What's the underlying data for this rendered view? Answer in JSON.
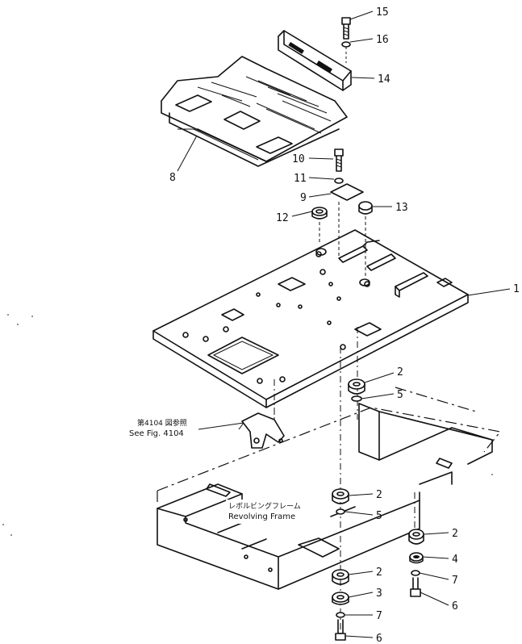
{
  "callouts": [
    {
      "id": "c1",
      "label": "1"
    },
    {
      "id": "c2a",
      "label": "2"
    },
    {
      "id": "c2b",
      "label": "2"
    },
    {
      "id": "c2c",
      "label": "2"
    },
    {
      "id": "c2d",
      "label": "2"
    },
    {
      "id": "c3",
      "label": "3"
    },
    {
      "id": "c4",
      "label": "4"
    },
    {
      "id": "c5a",
      "label": "5"
    },
    {
      "id": "c5b",
      "label": "5"
    },
    {
      "id": "c6a",
      "label": "6"
    },
    {
      "id": "c6b",
      "label": "6"
    },
    {
      "id": "c7a",
      "label": "7"
    },
    {
      "id": "c7b",
      "label": "7"
    },
    {
      "id": "c8",
      "label": "8"
    },
    {
      "id": "c9",
      "label": "9"
    },
    {
      "id": "c10",
      "label": "10"
    },
    {
      "id": "c11",
      "label": "11"
    },
    {
      "id": "c12",
      "label": "12"
    },
    {
      "id": "c13",
      "label": "13"
    },
    {
      "id": "c14",
      "label": "14"
    },
    {
      "id": "c15",
      "label": "15"
    },
    {
      "id": "c16",
      "label": "16"
    }
  ],
  "notes": {
    "see_fig_jp": "第4104 図参照",
    "see_fig_en": "See Fig. 4104",
    "frame_jp": "レボルビングフレーム",
    "frame_en": "Revolving Frame"
  }
}
